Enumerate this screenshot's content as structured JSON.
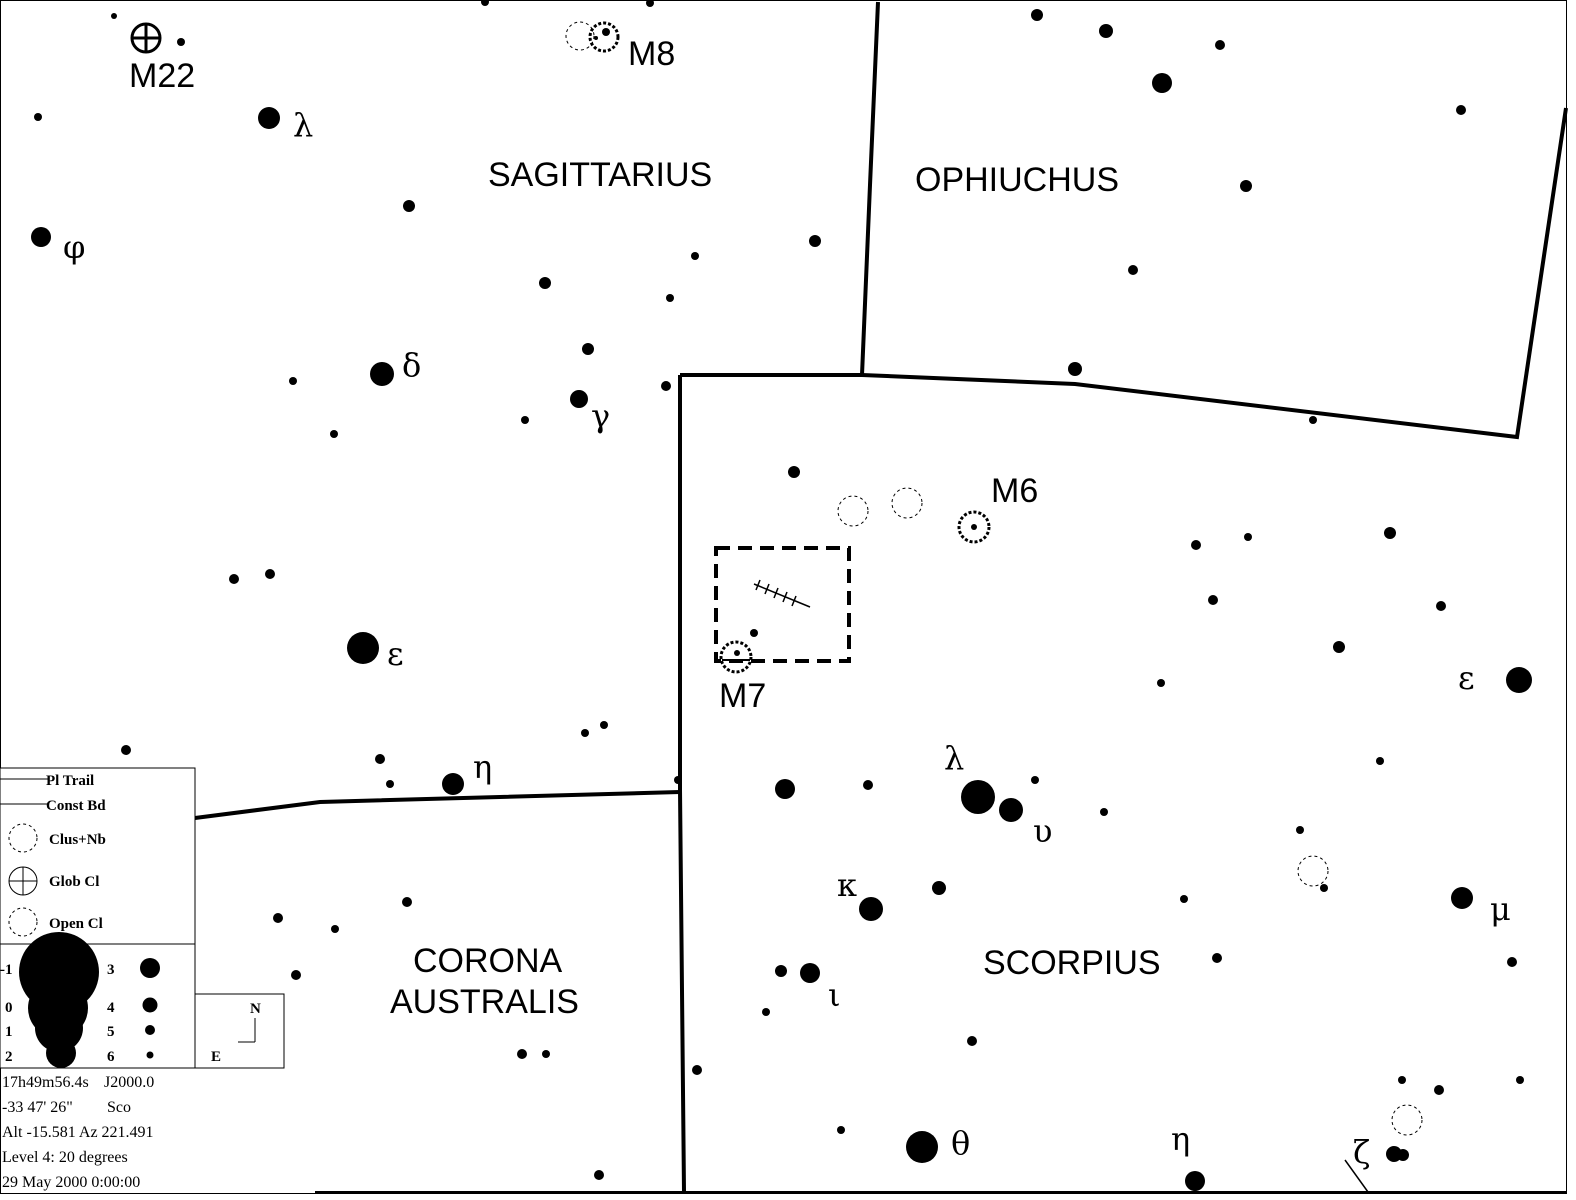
{
  "constellations": {
    "sagittarius": "SAGITTARIUS",
    "ophiuchus": "OPHIUCHUS",
    "scorpius": "SCORPIUS",
    "corona_line1": "CORONA",
    "corona_line2": "AUSTRALIS"
  },
  "objects": {
    "m22": "M22",
    "m8": "M8",
    "m6": "M6",
    "m7": "M7"
  },
  "star_labels": {
    "sgr_lambda": "λ",
    "sgr_phi": "φ",
    "sgr_delta": "δ",
    "sgr_gamma": "γ",
    "sgr_epsilon": "ε",
    "sgr_eta": "η",
    "sco_epsilon": "ε",
    "sco_lambda": "λ",
    "sco_upsilon": "υ",
    "sco_kappa": "κ",
    "sco_iota": "ι",
    "sco_mu": "μ",
    "sco_theta": "θ",
    "sco_eta": "η",
    "sco_zeta": "ζ"
  },
  "legend": {
    "pl_trail": "Pl Trail",
    "const_bd": "Const Bd",
    "clus_nb": "Clus+Nb",
    "glob_cl": "Glob Cl",
    "open_cl": "Open Cl",
    "magnitudes": [
      "-1",
      "0",
      "1",
      "2",
      "3",
      "4",
      "5",
      "6"
    ],
    "compass_n": "N",
    "compass_e": "E"
  },
  "info": {
    "ra": "17h49m56.4s",
    "epoch": "J2000.0",
    "dec": "-33 47' 26\"",
    "constellation": "Sco",
    "altaz": "Alt -15.581  Az 221.491",
    "level": "Level 4: 20 degrees",
    "datetime": "29 May 2000  0:00:00"
  }
}
